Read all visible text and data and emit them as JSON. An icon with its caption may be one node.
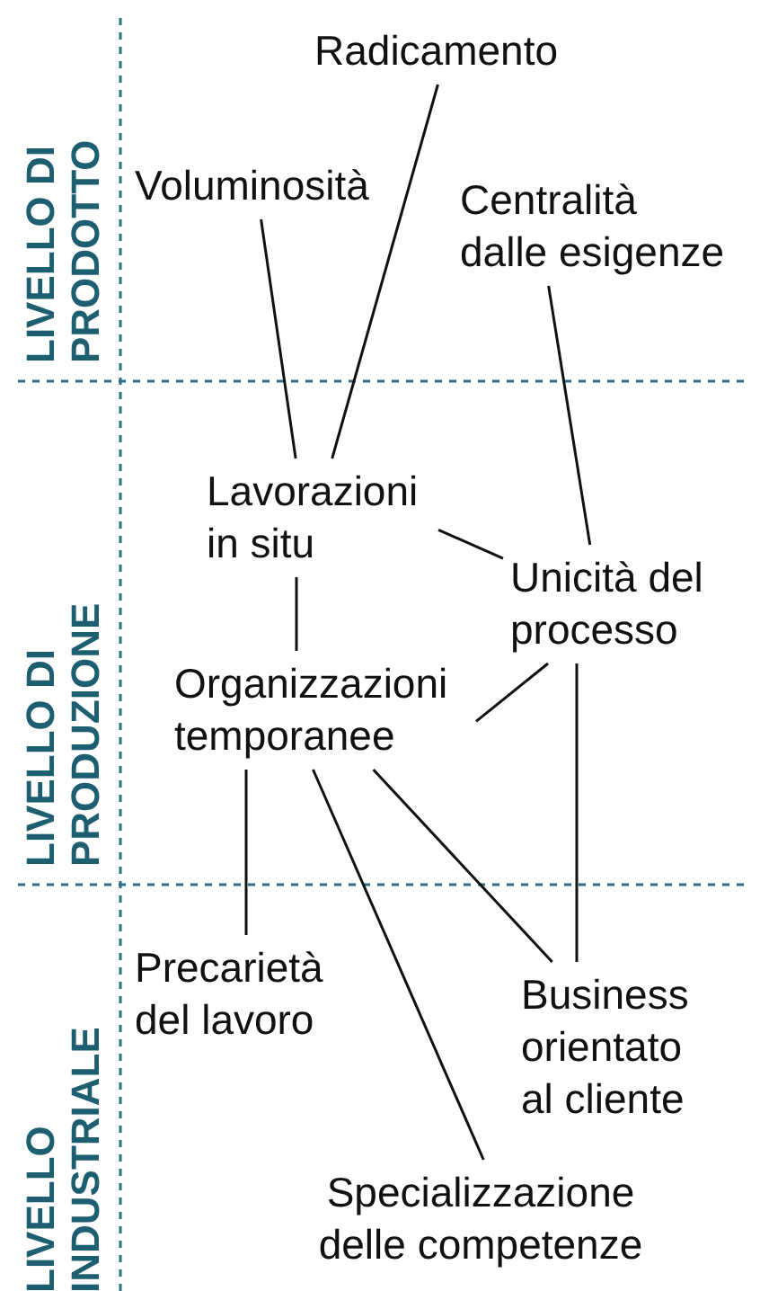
{
  "diagram": {
    "nodes": [
      {
        "text": [
          "Radicamento"
        ]
      },
      {
        "text": [
          "Voluminosità"
        ]
      },
      {
        "text": [
          "Centralità dalle esigenze"
        ]
      },
      {
        "text": [
          "Lavorazioni in situ"
        ]
      },
      {
        "text": [
          "Unicità del processo"
        ]
      },
      {
        "text": [
          "Organizzazioni temporanee"
        ]
      },
      {
        "text": [
          "Precarietà del lavoro"
        ]
      },
      {
        "text": [
          "Business orientato al cliente"
        ]
      },
      {
        "text": [
          "Specializzazione delle competenze"
        ]
      }
    ],
    "edges": [
      {
        "from": 1,
        "to": 3,
        "arrow": "none"
      },
      {
        "from": 0,
        "to": 3,
        "arrow": "none"
      },
      {
        "from": 2,
        "to": 4,
        "arrow": "none"
      },
      {
        "from": 3,
        "to": 4,
        "arrow": "none"
      },
      {
        "from": 3,
        "to": 5,
        "arrow": "none"
      },
      {
        "from": 4,
        "to": 5,
        "arrow": "none"
      },
      {
        "from": 5,
        "to": 6,
        "arrow": "none"
      },
      {
        "from": 5,
        "to": 8,
        "arrow": "none"
      },
      {
        "from": 5,
        "to": 7,
        "arrow": "none"
      },
      {
        "from": 4,
        "to": 7,
        "arrow": "none"
      }
    ],
    "labels": [
      "LIVELLO DI PRODOTTO",
      "LIVELLO DI PRODUZIONE",
      "LIVELLO INDUSTRIALE"
    ]
  }
}
